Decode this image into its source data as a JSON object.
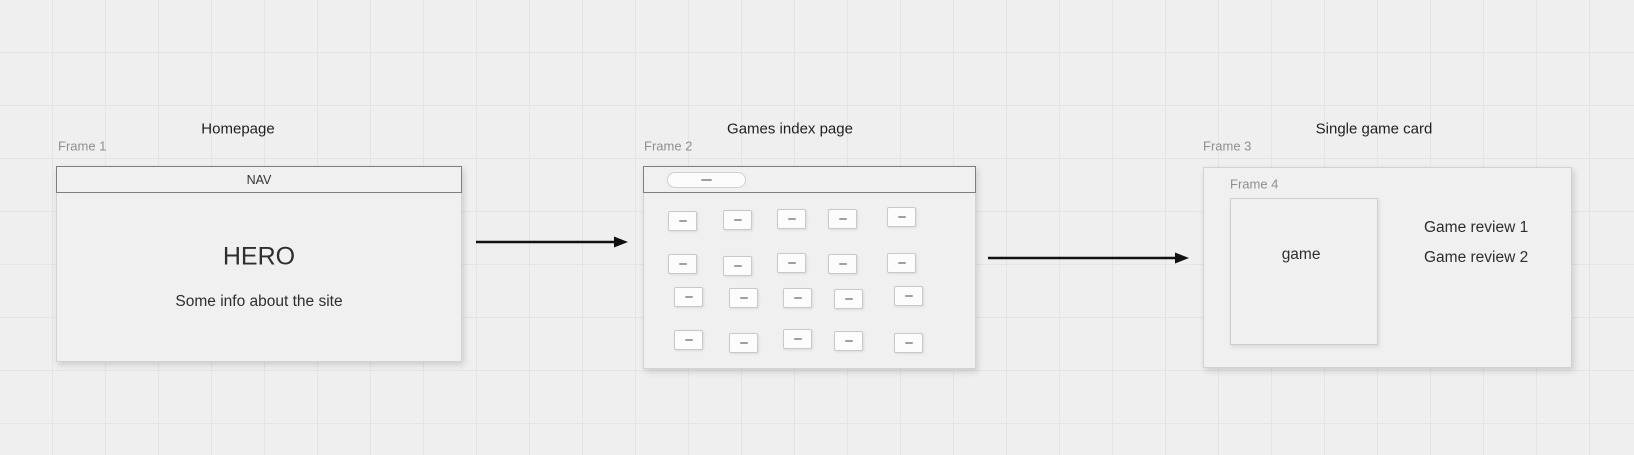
{
  "colors": {
    "canvas_bg": "#efefef",
    "grid_line": "#e4e4e4",
    "frame_fill": "#f0f0f0",
    "frame_border": "#d2d2d2",
    "nav_border": "#7e7e7e",
    "card_fill": "#fcfcfc",
    "card_border": "#c9c9c9",
    "dash": "#9f9f9f",
    "title_text": "#1f1f1f",
    "frame_label": "#8f8f8f",
    "body_text": "#2e2e2e",
    "arrow": "#111111"
  },
  "flow": {
    "steps": [
      {
        "title": "Homepage",
        "frame_label": "Frame 1",
        "nav_label": "NAV",
        "hero": "HERO",
        "info": "Some info about the site"
      },
      {
        "title": "Games index page",
        "frame_label": "Frame 2",
        "card_count": 20,
        "card_rows": 4,
        "card_cols": 5
      },
      {
        "title": "Single game card",
        "frame_label": "Frame 3",
        "inner_frame_label": "Frame 4",
        "game_label": "game",
        "reviews": [
          "Game review 1",
          "Game review 2"
        ]
      }
    ],
    "connectors": 2
  }
}
